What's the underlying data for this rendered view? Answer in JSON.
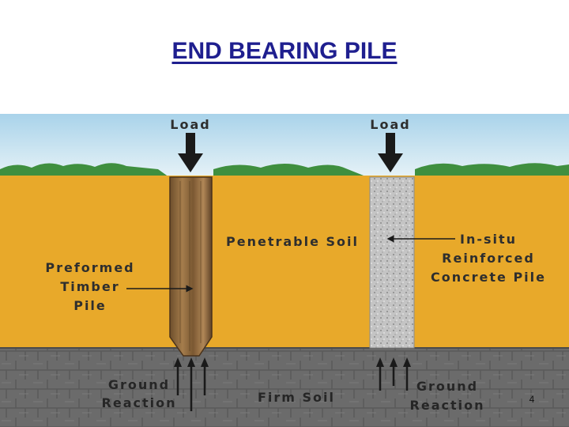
{
  "title": "END BEARING PILE",
  "labels": {
    "load_left": "Load",
    "load_right": "Load",
    "penetrable_soil": "Penetrable Soil",
    "timber_pile": [
      "Preformed",
      "Timber",
      "Pile"
    ],
    "concrete_pile": [
      "In-situ",
      "Reinforced",
      "Concrete Pile"
    ],
    "ground_reaction_left": [
      "Ground",
      "Reaction"
    ],
    "firm_soil": "Firm Soil",
    "ground_reaction_right": [
      "Ground",
      "Reaction"
    ]
  },
  "page_number": "4",
  "colors": {
    "title": "#1f1f8f",
    "sky_top": "#a9d3ea",
    "grass": "#3f8f3f",
    "penetrable_soil": "#e8a92a",
    "firm_soil": "#6b6b6b",
    "timber": "#9a7344",
    "concrete": "#bdbdbd",
    "arrow": "#1a1a1a"
  }
}
